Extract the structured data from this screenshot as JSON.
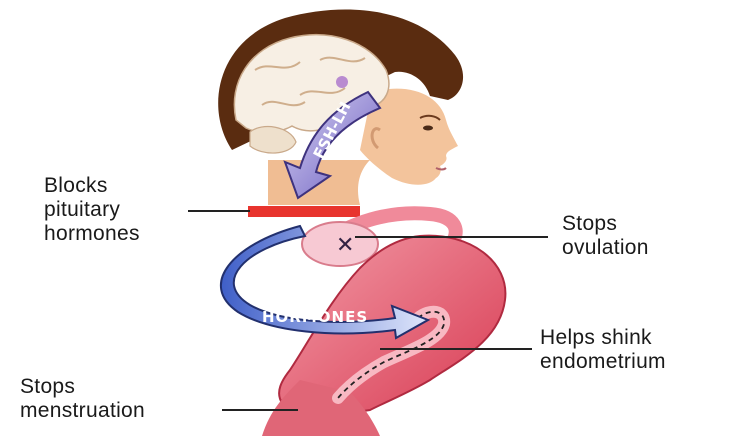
{
  "labels": {
    "blocks_pituitary": [
      "Blocks",
      "pituitary",
      "hormones"
    ],
    "stops_ovulation": [
      "Stops",
      "ovulation"
    ],
    "helps_shrink": [
      "Helps shink",
      "endometrium"
    ],
    "stops_menstruation": [
      "Stops",
      "menstruation"
    ]
  },
  "arrows": {
    "fsh_lh": "FSH-LH",
    "hormones": "HORMONES"
  },
  "colors": {
    "skin": "#f2c39a",
    "hair": "#5a2c10",
    "brain": "#f7efe4",
    "uterus": "#e04a5e",
    "uterus_light": "#f08a9a",
    "block_bar": "#e8342e",
    "fsh_arrow": "#7d6fc8",
    "hormone_arrow": "#4f6fd0",
    "leader": "#222222"
  }
}
